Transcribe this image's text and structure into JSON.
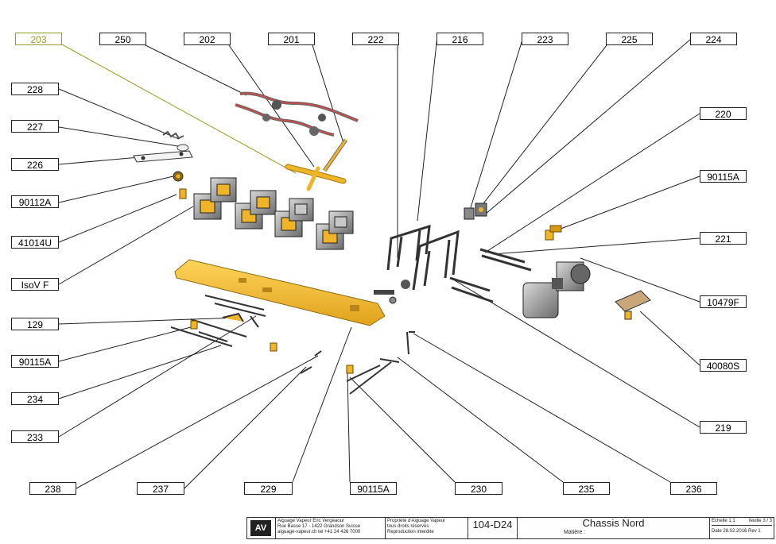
{
  "drawing": {
    "callouts": [
      {
        "id": "c203",
        "label": "203",
        "selected": true
      },
      {
        "id": "c250",
        "label": "250"
      },
      {
        "id": "c202",
        "label": "202"
      },
      {
        "id": "c201",
        "label": "201"
      },
      {
        "id": "c222",
        "label": "222"
      },
      {
        "id": "c216",
        "label": "216"
      },
      {
        "id": "c223",
        "label": "223"
      },
      {
        "id": "c225",
        "label": "225"
      },
      {
        "id": "c224",
        "label": "224"
      },
      {
        "id": "c228",
        "label": "228"
      },
      {
        "id": "c227",
        "label": "227"
      },
      {
        "id": "c226",
        "label": "226"
      },
      {
        "id": "c90112A",
        "label": "90112A"
      },
      {
        "id": "c41014U",
        "label": "41014U"
      },
      {
        "id": "cIsoVF",
        "label": "IsoV F"
      },
      {
        "id": "c129",
        "label": "129"
      },
      {
        "id": "c90115A_l",
        "label": "90115A"
      },
      {
        "id": "c234",
        "label": "234"
      },
      {
        "id": "c233",
        "label": "233"
      },
      {
        "id": "c238",
        "label": "238"
      },
      {
        "id": "c237",
        "label": "237"
      },
      {
        "id": "c229",
        "label": "229"
      },
      {
        "id": "c90115A_b",
        "label": "90115A"
      },
      {
        "id": "c230",
        "label": "230"
      },
      {
        "id": "c235",
        "label": "235"
      },
      {
        "id": "c236",
        "label": "236"
      },
      {
        "id": "c220",
        "label": "220"
      },
      {
        "id": "c90115A_r",
        "label": "90115A"
      },
      {
        "id": "c221",
        "label": "221"
      },
      {
        "id": "c10479F",
        "label": "10479F"
      },
      {
        "id": "c40080S",
        "label": "40080S"
      },
      {
        "id": "c219",
        "label": "219"
      }
    ]
  },
  "title_block": {
    "logo_text": "AV",
    "company_line1": "Aiguage Vapeur Eric Vergeaour",
    "company_line2": "Rue Basse 17 - 1422 Grandson Suisse",
    "company_line3": "aiguage-vapeur.ch tel +41 24 426 7000",
    "rights_line1": "Propriété d'Aiguage Vapeur",
    "rights_line2": "tous droits réservés",
    "rights_line3": "Reproduction interdite",
    "drawing_number": "104-D24",
    "drawing_title": "Chassis Nord",
    "material_label": "Matière :",
    "scale": "Echelle 1:1",
    "sheet": "feuille 3 / 3",
    "date": "Date 28.02.2016 Rev 1"
  },
  "colors": {
    "accent_yellow": "#f0b429",
    "selection_olive": "#9c9c2a",
    "part_red": "#c0504d",
    "part_dark": "#3a3a3a"
  }
}
